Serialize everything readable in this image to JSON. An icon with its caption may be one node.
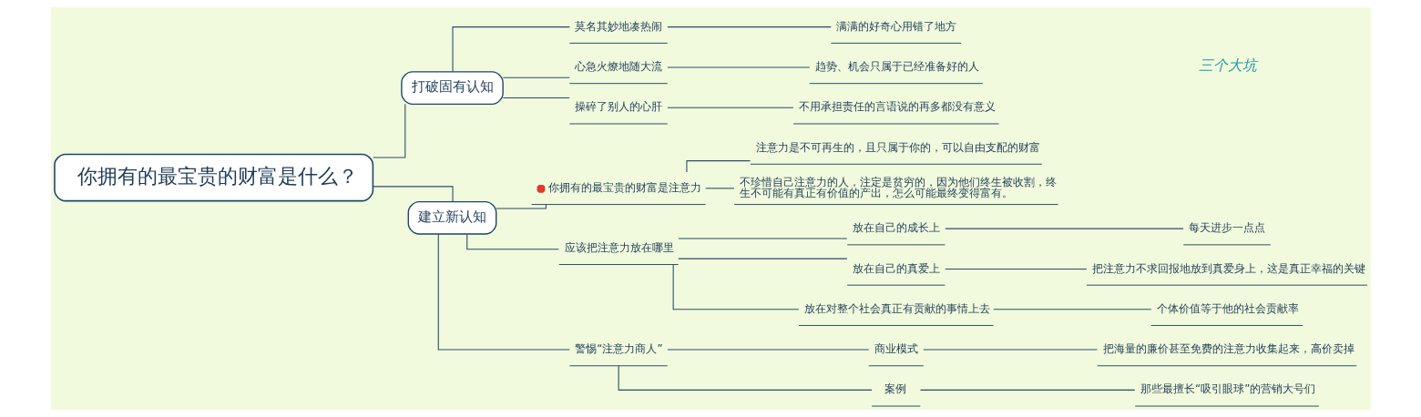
{
  "diagram": {
    "nodes": [
      {
        "text": [
          "你拥有的最宝贵的财富是什么？"
        ]
      },
      {
        "text": [
          "打破固有认知"
        ]
      },
      {
        "text": [
          "莫名其妙地凑热闹"
        ]
      },
      {
        "text": [
          "满满的好奇心用错了地方"
        ]
      },
      {
        "text": [
          "心急火燎地随大流"
        ]
      },
      {
        "text": [
          "趋势、机会只属于已经准备好的人"
        ]
      },
      {
        "text": [
          "操碎了别人的心肝"
        ]
      },
      {
        "text": [
          "不用承担责任的言语说的再多都没有意义"
        ]
      },
      {
        "text": [
          "建立新认知"
        ]
      },
      {
        "text": [
          "你拥有的最宝贵的财富是注意力"
        ]
      },
      {
        "text": [
          "注意力是不可再生的，且只属于你的，可以自由支配的财富"
        ]
      },
      {
        "text": [
          "不珍惜自己注意力的人，注定是贫穷的，因为他们终生被收割，终生不可能有真正有价值的产出，怎么可能最终变得富有。"
        ]
      },
      {
        "text": [
          "应该把注意力放在哪里"
        ]
      },
      {
        "text": [
          "放在自己的成长上"
        ]
      },
      {
        "text": [
          "每天进步一点点"
        ]
      },
      {
        "text": [
          "放在自己的真爱上"
        ]
      },
      {
        "text": [
          "把注意力不求回报地放到真爱身上，这是真正幸福的关键"
        ]
      },
      {
        "text": [
          "放在对整个社会真正有贡献的事情上去"
        ]
      },
      {
        "text": [
          "个体价值等于他的社会贡献率"
        ]
      },
      {
        "text": [
          "警惕“注意力商人”"
        ]
      },
      {
        "text": [
          "商业模式"
        ]
      },
      {
        "text": [
          "把海量的廉价甚至免费的注意力收集起来，高价卖掉"
        ]
      },
      {
        "text": [
          "案例"
        ]
      },
      {
        "text": [
          "那些最擅长“吸引眼球”的营销大号们"
        ]
      }
    ],
    "edges": [
      {
        "from": 0,
        "to": 1,
        "arrow": "none"
      },
      {
        "from": 1,
        "to": 2,
        "arrow": "none"
      },
      {
        "from": 2,
        "to": 3,
        "arrow": "none"
      },
      {
        "from": 1,
        "to": 4,
        "arrow": "none"
      },
      {
        "from": 4,
        "to": 5,
        "arrow": "none"
      },
      {
        "from": 1,
        "to": 6,
        "arrow": "none"
      },
      {
        "from": 6,
        "to": 7,
        "arrow": "none"
      },
      {
        "from": 0,
        "to": 8,
        "arrow": "none"
      },
      {
        "from": 8,
        "to": 9,
        "arrow": "none"
      },
      {
        "from": 9,
        "to": 10,
        "arrow": "none"
      },
      {
        "from": 9,
        "to": 11,
        "arrow": "none"
      },
      {
        "from": 8,
        "to": 12,
        "arrow": "none"
      },
      {
        "from": 12,
        "to": 13,
        "arrow": "none"
      },
      {
        "from": 13,
        "to": 14,
        "arrow": "none"
      },
      {
        "from": 12,
        "to": 15,
        "arrow": "none"
      },
      {
        "from": 15,
        "to": 16,
        "arrow": "none"
      },
      {
        "from": 12,
        "to": 17,
        "arrow": "none"
      },
      {
        "from": 17,
        "to": 18,
        "arrow": "none"
      },
      {
        "from": 8,
        "to": 19,
        "arrow": "none"
      },
      {
        "from": 19,
        "to": 20,
        "arrow": "none"
      },
      {
        "from": 20,
        "to": 21,
        "arrow": "none"
      },
      {
        "from": 19,
        "to": 22,
        "arrow": "none"
      },
      {
        "from": 22,
        "to": 23,
        "arrow": "none"
      }
    ],
    "labels": [
      "三个大坑"
    ]
  }
}
